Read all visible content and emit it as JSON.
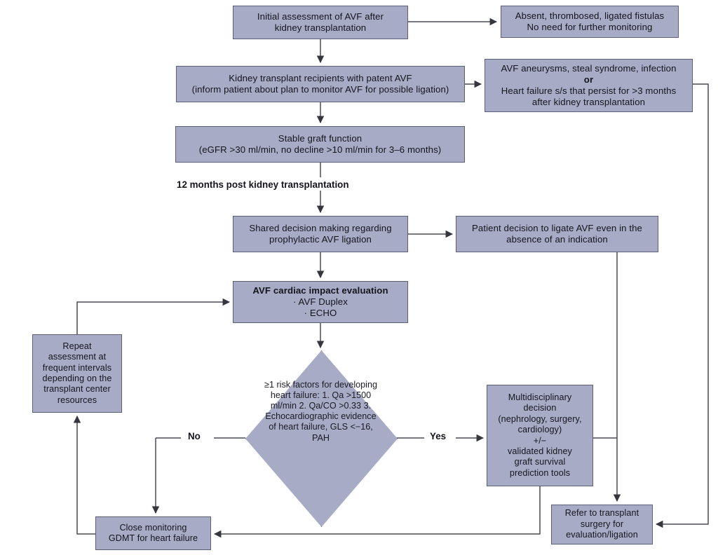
{
  "diagram": {
    "title": "AVF management algorithm after kidney transplantation",
    "palette": {
      "node_fill": "#a7abc6",
      "node_border": "#5b5f76",
      "connector": "#4a4a55",
      "text": "#15151d",
      "background": "#ffffff"
    },
    "nodes": {
      "initial_assessment": {
        "shape": "rect",
        "lines": [
          "Initial assessment of AVF after",
          "kidney transplantation"
        ]
      },
      "absent_fistulas": {
        "shape": "rect",
        "lines": [
          "Absent, thrombosed, ligated fistulas",
          "No need for further monitoring"
        ]
      },
      "recipients_patent_avf": {
        "shape": "rect",
        "lines": [
          "Kidney transplant recipients with patent AVF",
          "(inform patient about plan to monitor AVF for possible ligation)"
        ]
      },
      "avf_complications": {
        "shape": "rect",
        "lines": [
          "AVF aneurysms, steal syndrome, infection",
          "or",
          "Heart failure s/s that persist for >3 months",
          "after kidney transplantation"
        ],
        "bold_lines": [
          1
        ]
      },
      "stable_graft": {
        "shape": "rect",
        "lines": [
          "Stable graft function",
          "(eGFR >30 ml/min, no decline >10 ml/min for 3–6 months)"
        ]
      },
      "shared_decision": {
        "shape": "rect",
        "lines": [
          "Shared decision making regarding",
          "prophylactic AVF ligation"
        ]
      },
      "patient_decision": {
        "shape": "rect",
        "lines": [
          "Patient decision to ligate AVF even in the",
          "absence of an indication"
        ]
      },
      "cardiac_evaluation": {
        "shape": "rect",
        "lines": [
          "AVF cardiac impact evaluation",
          "· AVF Duplex",
          "· ECHO"
        ],
        "bold_lines": [
          0
        ]
      },
      "repeat_assessment": {
        "shape": "rect",
        "lines": [
          "Repeat",
          "assessment at",
          "frequent intervals",
          "depending on the",
          "transplant center",
          "resources"
        ]
      },
      "risk_factors_decision": {
        "shape": "diamond",
        "lines": [
          "≥1 risk",
          "factors for",
          "developing",
          "heart failure:",
          "1. Qa >1500 ml/min",
          "2. Qa/CO >0.33",
          "3. Echocardiographic",
          "evidence of heart",
          "failure, GLS <−16,",
          "PAH"
        ],
        "bold_lines": [
          0,
          1,
          2,
          3
        ]
      },
      "multidisciplinary_decision": {
        "shape": "rect",
        "lines": [
          "Multidisciplinary",
          "decision",
          "(nephrology, surgery,",
          "cardiology)",
          "+/−",
          "validated kidney",
          "graft survival",
          "prediction tools"
        ]
      },
      "refer_transplant_surgery": {
        "shape": "rect",
        "lines": [
          "Refer to transplant",
          "surgery for",
          "evaluation/ligation"
        ]
      },
      "close_monitoring": {
        "shape": "rect",
        "lines": [
          "Close monitoring",
          "GDMT for heart failure"
        ]
      }
    },
    "edge_labels": {
      "twelve_months": "12 months post kidney transplantation",
      "no": "No",
      "yes": "Yes"
    },
    "edges": [
      {
        "from": "initial_assessment",
        "to": "absent_fistulas",
        "label": ""
      },
      {
        "from": "initial_assessment",
        "to": "recipients_patent_avf",
        "label": ""
      },
      {
        "from": "recipients_patent_avf",
        "to": "avf_complications",
        "label": ""
      },
      {
        "from": "recipients_patent_avf",
        "to": "stable_graft",
        "label": ""
      },
      {
        "from": "stable_graft",
        "to": "shared_decision",
        "label": "12 months post kidney transplantation"
      },
      {
        "from": "shared_decision",
        "to": "patient_decision",
        "label": ""
      },
      {
        "from": "shared_decision",
        "to": "cardiac_evaluation",
        "label": ""
      },
      {
        "from": "cardiac_evaluation",
        "to": "risk_factors_decision",
        "label": ""
      },
      {
        "from": "risk_factors_decision",
        "to": "close_monitoring",
        "label": "No"
      },
      {
        "from": "risk_factors_decision",
        "to": "multidisciplinary_decision",
        "label": "Yes"
      },
      {
        "from": "multidisciplinary_decision",
        "to": "close_monitoring",
        "label": ""
      },
      {
        "from": "avf_complications",
        "to": "refer_transplant_surgery",
        "label": ""
      },
      {
        "from": "patient_decision",
        "to": "refer_transplant_surgery",
        "label": ""
      },
      {
        "from": "close_monitoring",
        "to": "repeat_assessment",
        "label": ""
      },
      {
        "from": "repeat_assessment",
        "to": "cardiac_evaluation",
        "label": ""
      }
    ]
  }
}
